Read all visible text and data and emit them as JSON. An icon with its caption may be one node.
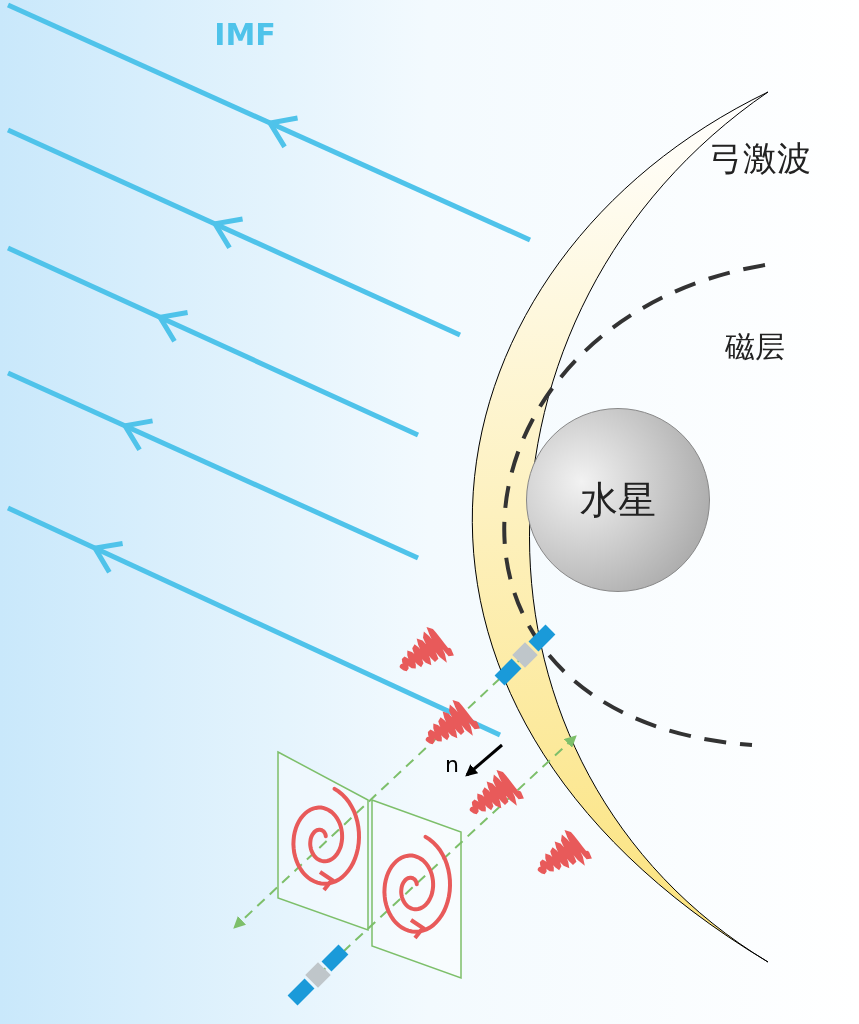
{
  "diagram": {
    "nodes": [
      {
        "text": [
          "水星"
        ]
      }
    ],
    "edges": [],
    "labels": [
      "IMF",
      "弓激波",
      "磁层",
      "n"
    ]
  }
}
